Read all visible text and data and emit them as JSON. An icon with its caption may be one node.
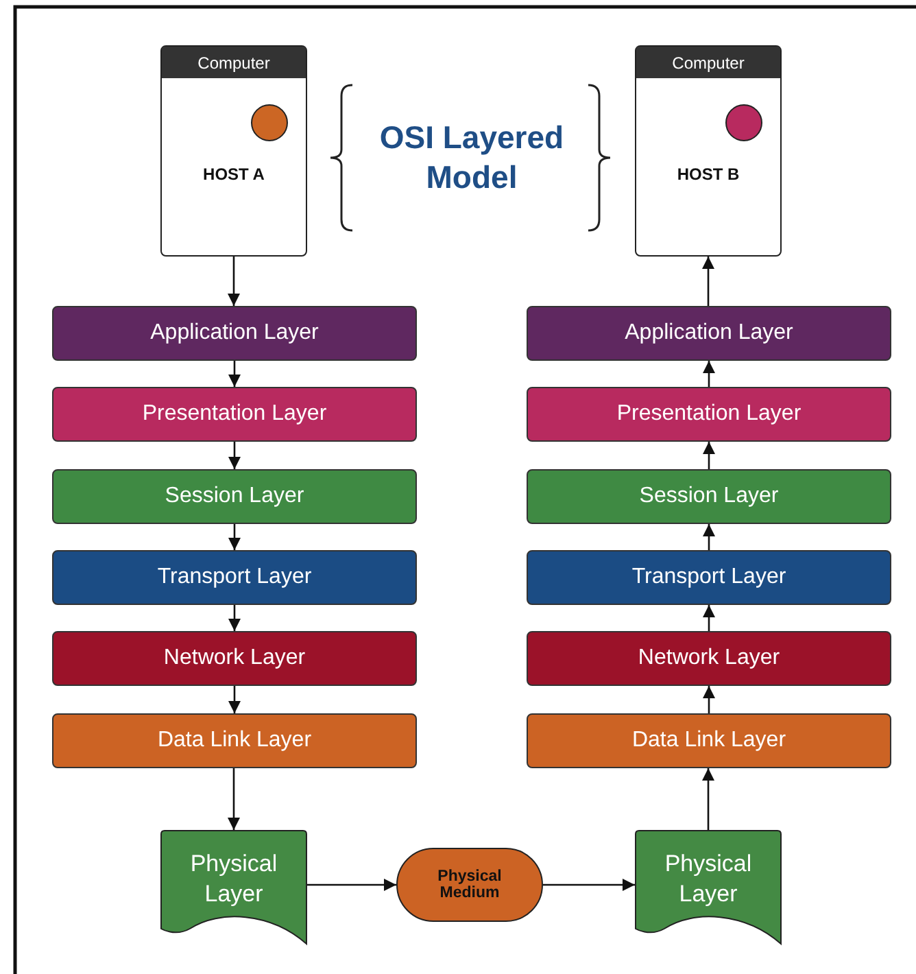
{
  "diagram": {
    "title": "OSI Layered Model",
    "nodes": [
      {
        "text": [
          "Computer",
          "HOST A"
        ]
      },
      {
        "text": [
          "Computer",
          "HOST B"
        ]
      },
      {
        "text": [
          "Application Layer"
        ]
      },
      {
        "text": [
          "Presentation Layer"
        ]
      },
      {
        "text": [
          "Session Layer"
        ]
      },
      {
        "text": [
          "Transport Layer"
        ]
      },
      {
        "text": [
          "Network Layer"
        ]
      },
      {
        "text": [
          "Data Link Layer"
        ]
      },
      {
        "text": [
          "Application Layer"
        ]
      },
      {
        "text": [
          "Presentation Layer"
        ]
      },
      {
        "text": [
          "Session Layer"
        ]
      },
      {
        "text": [
          "Transport Layer"
        ]
      },
      {
        "text": [
          "Network Layer"
        ]
      },
      {
        "text": [
          "Data Link Layer"
        ]
      },
      {
        "text": [
          "Physical Layer"
        ]
      },
      {
        "text": [
          "Physical Medium"
        ]
      },
      {
        "text": [
          "Physical Layer"
        ]
      }
    ],
    "edges": [
      {
        "from": 0,
        "to": 2,
        "arrow": "to"
      },
      {
        "from": 2,
        "to": 3,
        "arrow": "to"
      },
      {
        "from": 3,
        "to": 4,
        "arrow": "to"
      },
      {
        "from": 4,
        "to": 5,
        "arrow": "to"
      },
      {
        "from": 5,
        "to": 6,
        "arrow": "to"
      },
      {
        "from": 6,
        "to": 7,
        "arrow": "to"
      },
      {
        "from": 7,
        "to": 14,
        "arrow": "to"
      },
      {
        "from": 14,
        "to": 15,
        "arrow": "to"
      },
      {
        "from": 15,
        "to": 16,
        "arrow": "to"
      },
      {
        "from": 16,
        "to": 13,
        "arrow": "to"
      },
      {
        "from": 13,
        "to": 12,
        "arrow": "to"
      },
      {
        "from": 12,
        "to": 11,
        "arrow": "to"
      },
      {
        "from": 11,
        "to": 10,
        "arrow": "to"
      },
      {
        "from": 10,
        "to": 9,
        "arrow": "to"
      },
      {
        "from": 9,
        "to": 8,
        "arrow": "to"
      },
      {
        "from": 8,
        "to": 1,
        "arrow": "to"
      }
    ]
  }
}
